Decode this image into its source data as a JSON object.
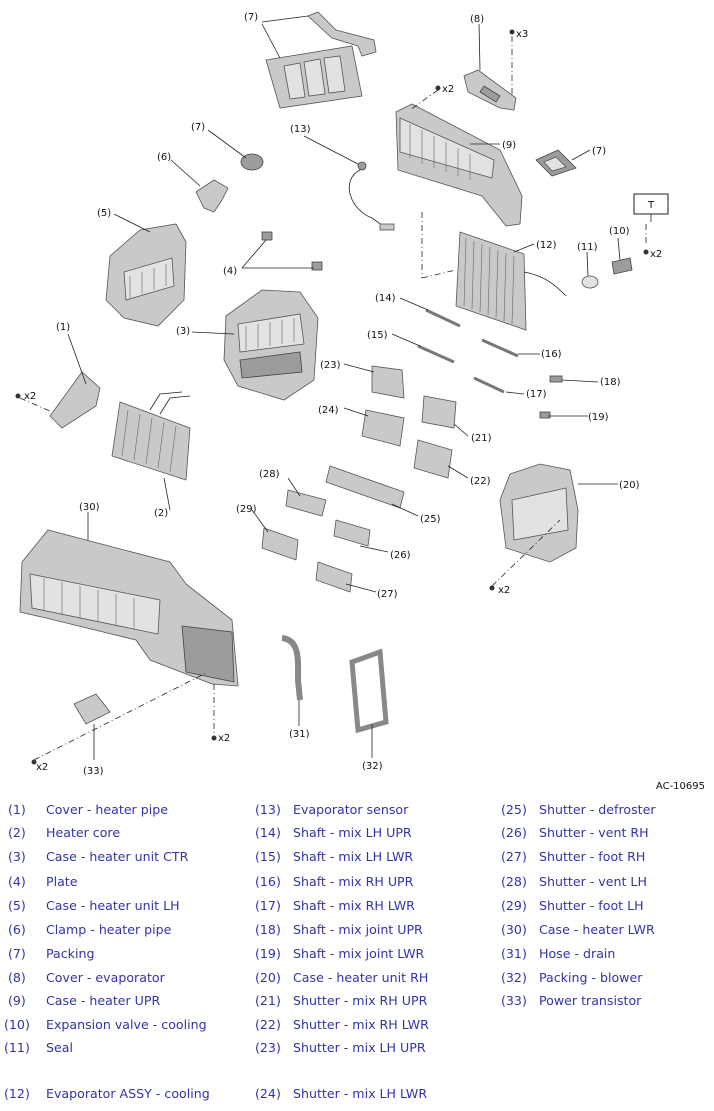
{
  "diagram": {
    "drawing_code": "AC-10695",
    "fastener_qty": {
      "x2": "x2",
      "x3": "x3"
    },
    "tool_box": "T",
    "callouts": [
      "(1)",
      "(2)",
      "(3)",
      "(4)",
      "(5)",
      "(6)",
      "(7)",
      "(8)",
      "(9)",
      "(10)",
      "(11)",
      "(12)",
      "(13)",
      "(14)",
      "(15)",
      "(16)",
      "(17)",
      "(18)",
      "(19)",
      "(20)",
      "(21)",
      "(22)",
      "(23)",
      "(24)",
      "(25)",
      "(26)",
      "(27)",
      "(28)",
      "(29)",
      "(30)",
      "(31)",
      "(32)",
      "(33)"
    ]
  },
  "legend": {
    "color": "#3333a8",
    "items": [
      {
        "num": "(1)",
        "label": "Cover - heater pipe"
      },
      {
        "num": "(2)",
        "label": "Heater core"
      },
      {
        "num": "(3)",
        "label": "Case - heater unit CTR"
      },
      {
        "num": "(4)",
        "label": "Plate"
      },
      {
        "num": "(5)",
        "label": "Case - heater unit LH"
      },
      {
        "num": "(6)",
        "label": "Clamp - heater pipe"
      },
      {
        "num": "(7)",
        "label": "Packing"
      },
      {
        "num": "(8)",
        "label": "Cover - evaporator"
      },
      {
        "num": "(9)",
        "label": "Case - heater UPR"
      },
      {
        "num": "(10)",
        "label": "Expansion valve - cooling"
      },
      {
        "num": "(11)",
        "label": "Seal"
      },
      {
        "num": "(12)",
        "label": "Evaporator ASSY - cooling"
      },
      {
        "num": "(13)",
        "label": "Evaporator sensor"
      },
      {
        "num": "(14)",
        "label": "Shaft - mix LH UPR"
      },
      {
        "num": "(15)",
        "label": "Shaft - mix LH LWR"
      },
      {
        "num": "(16)",
        "label": "Shaft - mix RH UPR"
      },
      {
        "num": "(17)",
        "label": "Shaft - mix RH LWR"
      },
      {
        "num": "(18)",
        "label": "Shaft - mix joint UPR"
      },
      {
        "num": "(19)",
        "label": "Shaft - mix joint LWR"
      },
      {
        "num": "(20)",
        "label": "Case - heater unit RH"
      },
      {
        "num": "(21)",
        "label": "Shutter - mix RH UPR"
      },
      {
        "num": "(22)",
        "label": "Shutter - mix RH LWR"
      },
      {
        "num": "(23)",
        "label": "Shutter - mix LH UPR"
      },
      {
        "num": "(24)",
        "label": "Shutter - mix LH LWR"
      },
      {
        "num": "(25)",
        "label": "Shutter - defroster"
      },
      {
        "num": "(26)",
        "label": "Shutter - vent RH"
      },
      {
        "num": "(27)",
        "label": "Shutter - foot RH"
      },
      {
        "num": "(28)",
        "label": "Shutter - vent LH"
      },
      {
        "num": "(29)",
        "label": "Shutter - foot LH"
      },
      {
        "num": "(30)",
        "label": "Case - heater LWR"
      },
      {
        "num": "(31)",
        "label": "Hose - drain"
      },
      {
        "num": "(32)",
        "label": "Packing - blower"
      },
      {
        "num": "(33)",
        "label": "Power transistor"
      }
    ]
  }
}
